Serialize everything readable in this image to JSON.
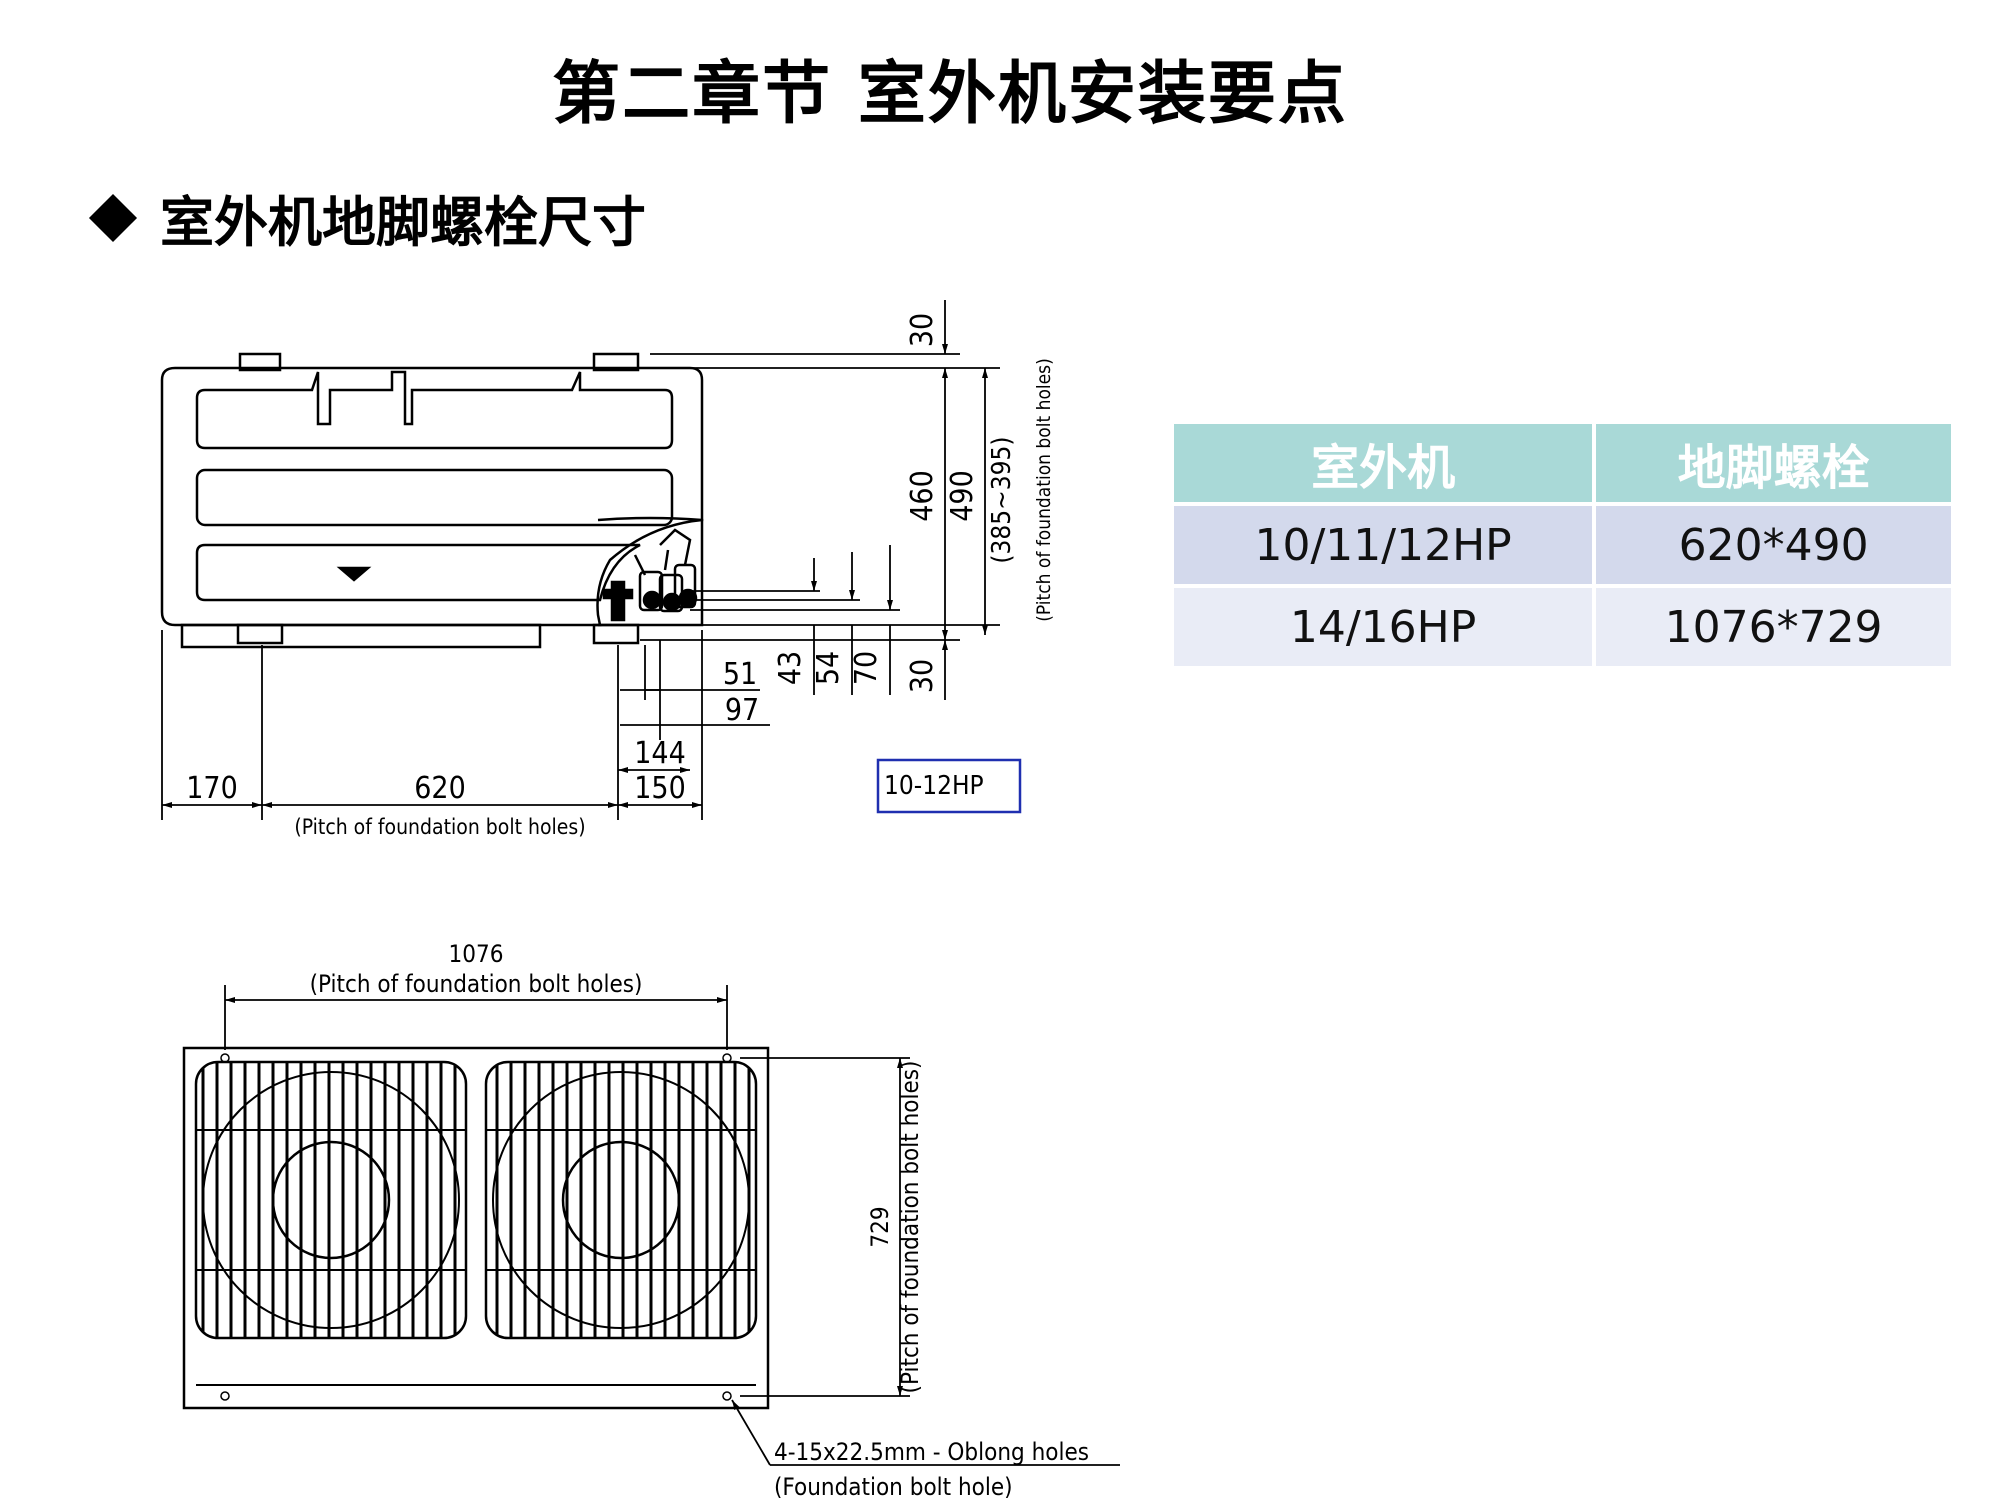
{
  "page_title": "第二章节  室外机安装要点",
  "section_heading": "室外机地脚螺栓尺寸",
  "drawing_small": {
    "model_label": "10-12HP",
    "dim_top": "30",
    "dim_460": "460",
    "dim_490": "490",
    "dim_range": "(385~395)",
    "pitch_label_vertical": "(Pitch of foundation bolt holes)",
    "dim_43": "43",
    "dim_54": "54",
    "dim_70": "70",
    "dim_bottom": "30",
    "dim_51": "51",
    "dim_97": "97",
    "dim_144": "144",
    "dim_150": "150",
    "dim_170": "170",
    "dim_620": "620",
    "pitch_label_horizontal": "(Pitch of foundation bolt holes)"
  },
  "drawing_large": {
    "dim_1076": "1076",
    "pitch_label_top": "(Pitch of foundation bolt holes)",
    "dim_729": "729",
    "pitch_label_side": "(Pitch of foundation bolt holes)",
    "hole_note": "4-15x22.5mm - Oblong holes",
    "hole_note_sub": "(Foundation bolt hole)"
  },
  "table": {
    "headers": [
      "室外机",
      "地脚螺栓"
    ],
    "rows": [
      [
        "10/11/12HP",
        "620*490"
      ],
      [
        "14/16HP",
        "1076*729"
      ]
    ]
  },
  "colors": {
    "header_bg": "#a9d9d7",
    "row1_bg": "#d3d9ec",
    "row2_bg": "#e9ecf6",
    "model_label_border": "#1f2fb0"
  }
}
